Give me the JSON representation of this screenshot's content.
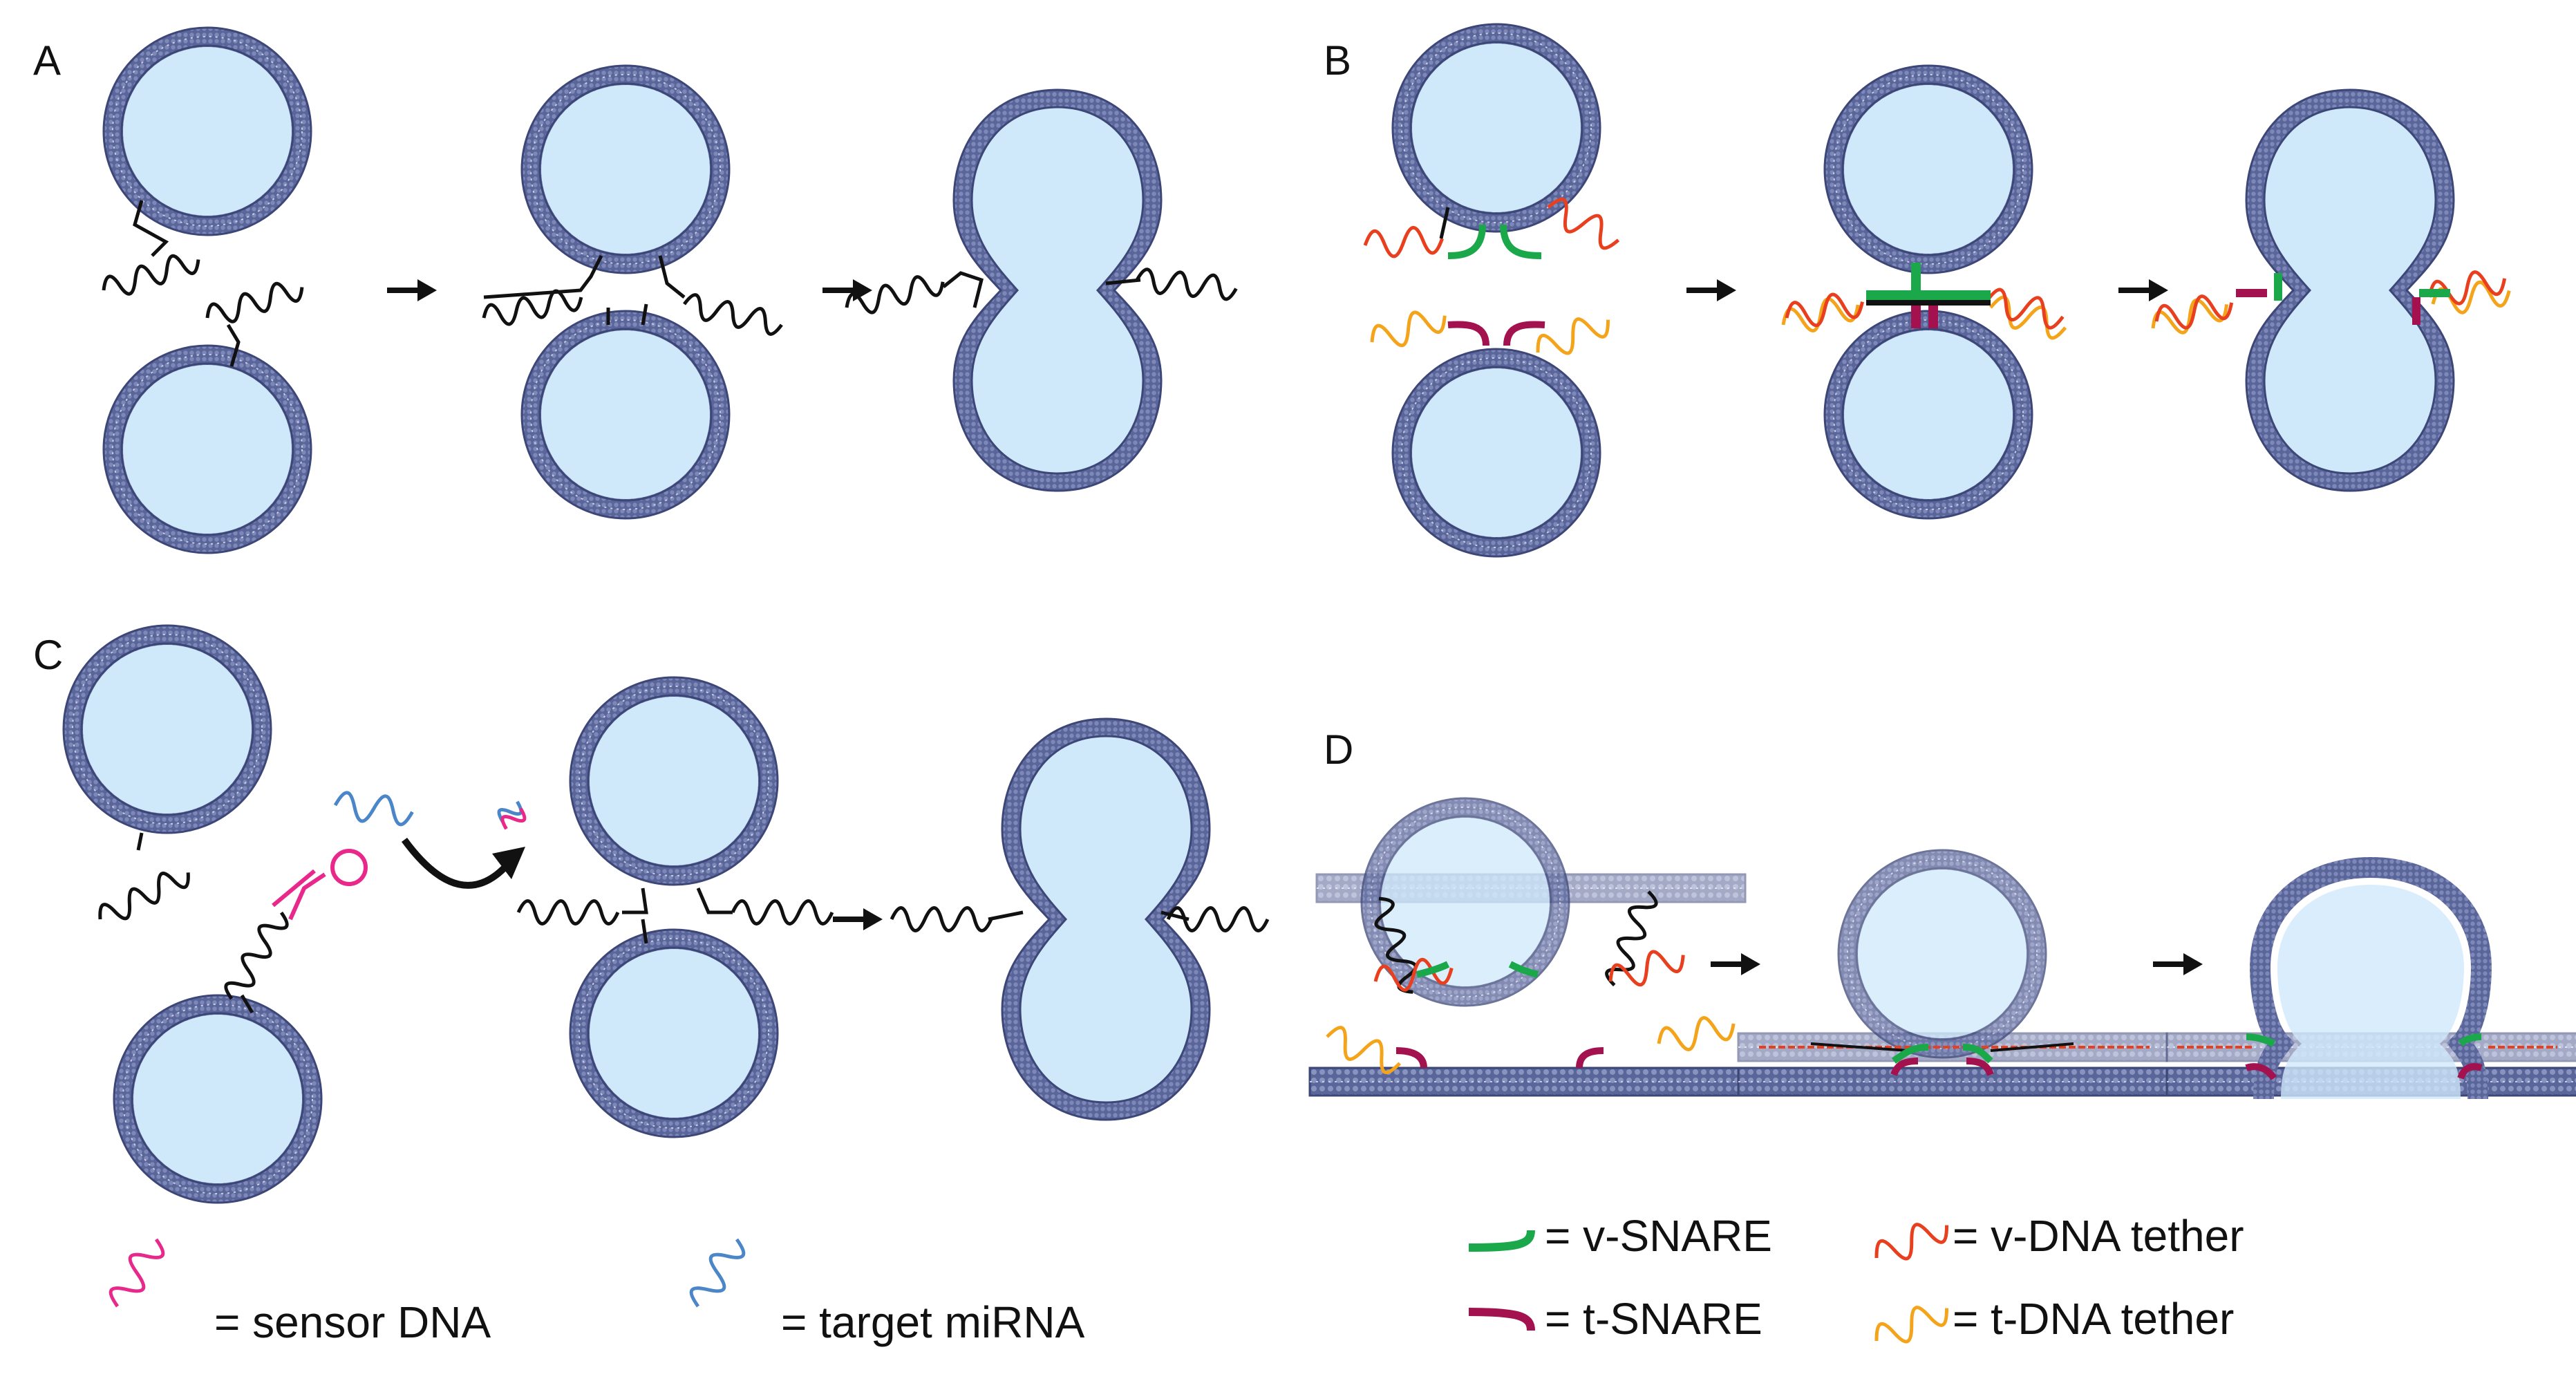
{
  "panels": {
    "a": "A",
    "b": "B",
    "c": "C",
    "d": "D"
  },
  "legend": {
    "sensor_dna": "= sensor DNA",
    "target_mirna": "= target miRNA",
    "v_snare": "= v-SNARE",
    "t_snare": "= t-SNARE",
    "v_dna_tether": "= v-DNA tether",
    "t_dna_tether": "= t-DNA tether"
  },
  "colors": {
    "vesicle_fill": "#cfe9fb",
    "membrane": "#5a6599",
    "membrane_dark": "#3c4677",
    "dna": "#111111",
    "sensor_dna": "#e8288a",
    "target_mirna": "#4a86c8",
    "v_snare": "#1aa84b",
    "t_snare": "#a3124e",
    "v_dna_tether": "#e8401f",
    "t_dna_tether": "#f4a41a"
  }
}
